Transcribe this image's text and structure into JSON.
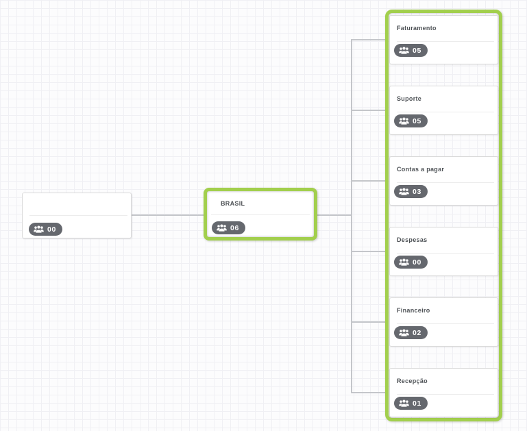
{
  "chart": {
    "root": {
      "title": "",
      "member_count": "00"
    },
    "parent": {
      "title": "BRASIL",
      "member_count": "06",
      "selected": true
    },
    "children_group_selected": true,
    "children": [
      {
        "title": "Faturamento",
        "member_count": "05"
      },
      {
        "title": "Suporte",
        "member_count": "05"
      },
      {
        "title": "Contas a pagar",
        "member_count": "03"
      },
      {
        "title": "Despesas",
        "member_count": "00"
      },
      {
        "title": "Financeiro",
        "member_count": "02"
      },
      {
        "title": "Recepção",
        "member_count": "01"
      }
    ]
  },
  "colors": {
    "selection_border": "#a2cf4d",
    "badge_background": "#65686e",
    "badge_text": "#ffffff",
    "node_border": "#dadada",
    "connector": "#c4c6ca",
    "title_text": "#4e5256",
    "canvas_background": "#fcfcfd",
    "grid_line": "#f0f0f4"
  },
  "icons": {
    "badge_icon": "users-group-icon"
  }
}
